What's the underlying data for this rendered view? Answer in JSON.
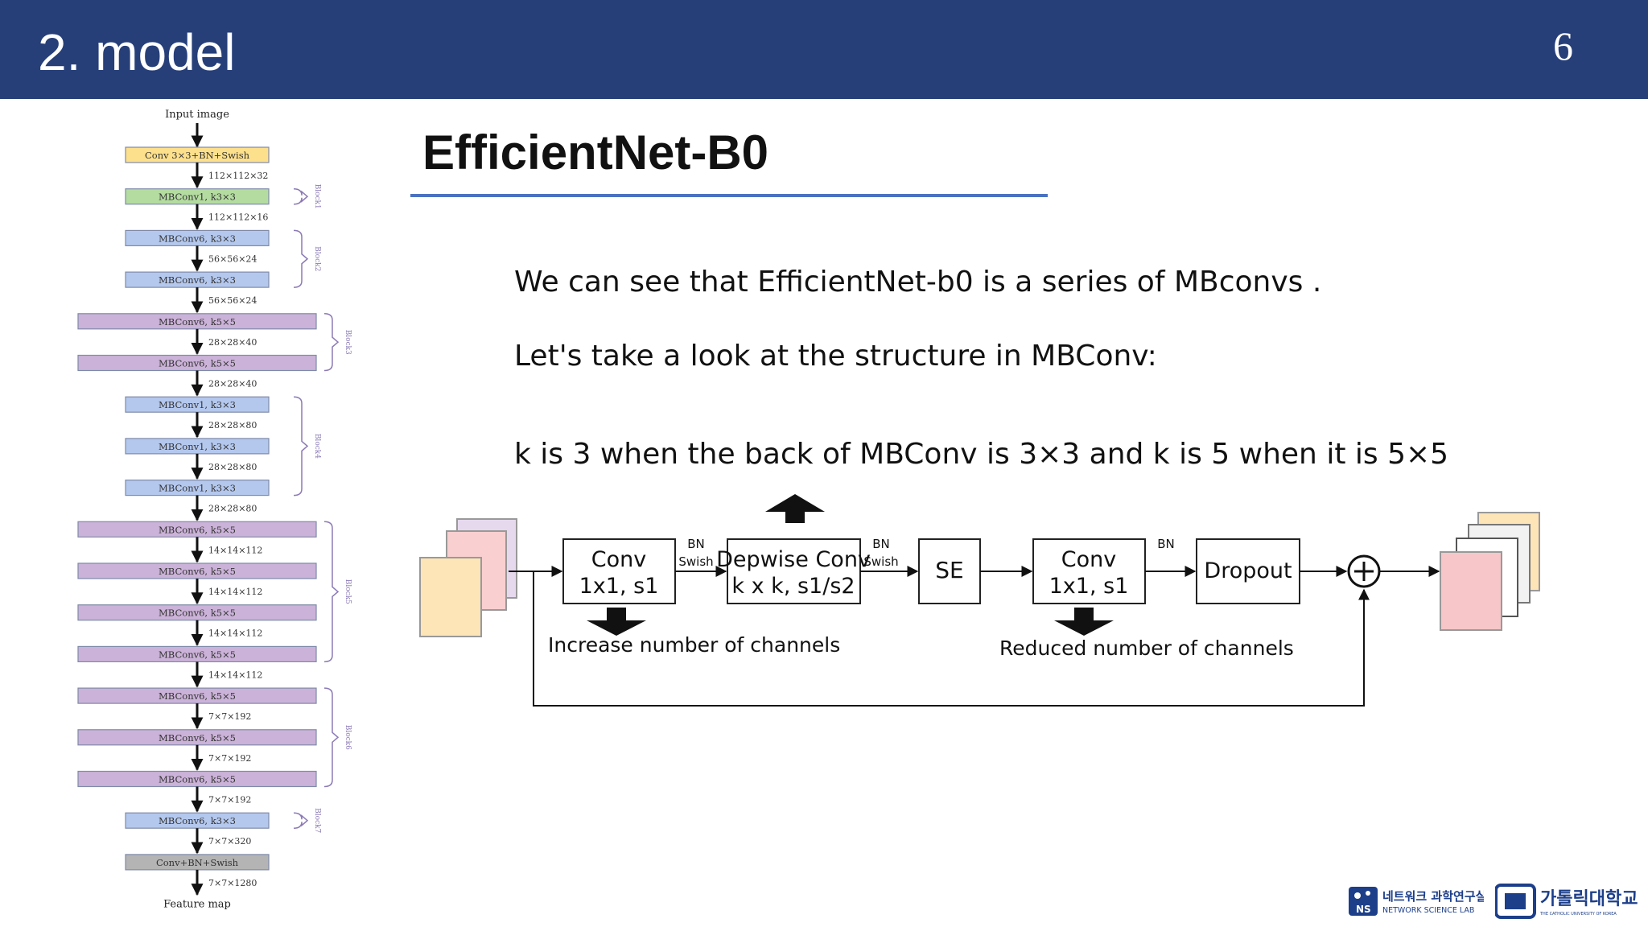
{
  "header": {
    "title": "2. model",
    "page_number": "6"
  },
  "slide": {
    "title": "EfficientNet-B0",
    "line1": "We can see that EfficientNet-b0 is a series of MBconvs .",
    "line2": "Let's take a look at the structure in MBConv:",
    "line3": "k is 3 when the back of MBConv is 3×3 and k is 5 when it is 5×5"
  },
  "architecture": {
    "input": "Input image",
    "output": "Feature map",
    "layers": [
      {
        "label": "Conv 3×3+BN+Swish",
        "color": "#fde08c",
        "wide": false,
        "size": "112×112×32"
      },
      {
        "label": "MBConv1, k3×3",
        "color": "#b4dca0",
        "wide": false,
        "size": "112×112×16"
      },
      {
        "label": "MBConv6, k3×3",
        "color": "#b4c8ee",
        "wide": false,
        "size": "56×56×24"
      },
      {
        "label": "MBConv6, k3×3",
        "color": "#b4c8ee",
        "wide": false,
        "size": "56×56×24"
      },
      {
        "label": "MBConv6, k5×5",
        "color": "#cbb2d8",
        "wide": true,
        "size": "28×28×40"
      },
      {
        "label": "MBConv6, k5×5",
        "color": "#cbb2d8",
        "wide": true,
        "size": "28×28×40"
      },
      {
        "label": "MBConv1, k3×3",
        "color": "#b4c8ee",
        "wide": false,
        "size": "28×28×80"
      },
      {
        "label": "MBConv1, k3×3",
        "color": "#b4c8ee",
        "wide": false,
        "size": "28×28×80"
      },
      {
        "label": "MBConv1, k3×3",
        "color": "#b4c8ee",
        "wide": false,
        "size": "28×28×80"
      },
      {
        "label": "MBConv6, k5×5",
        "color": "#cbb2d8",
        "wide": true,
        "size": "14×14×112"
      },
      {
        "label": "MBConv6, k5×5",
        "color": "#cbb2d8",
        "wide": true,
        "size": "14×14×112"
      },
      {
        "label": "MBConv6, k5×5",
        "color": "#cbb2d8",
        "wide": true,
        "size": "14×14×112"
      },
      {
        "label": "MBConv6, k5×5",
        "color": "#cbb2d8",
        "wide": true,
        "size": "14×14×112"
      },
      {
        "label": "MBConv6, k5×5",
        "color": "#cbb2d8",
        "wide": true,
        "size": "7×7×192"
      },
      {
        "label": "MBConv6, k5×5",
        "color": "#cbb2d8",
        "wide": true,
        "size": "7×7×192"
      },
      {
        "label": "MBConv6, k5×5",
        "color": "#cbb2d8",
        "wide": true,
        "size": "7×7×192"
      },
      {
        "label": "MBConv6, k3×3",
        "color": "#b4c8ee",
        "wide": false,
        "size": "7×7×320"
      },
      {
        "label": "Conv+BN+Swish",
        "color": "#b4b4b4",
        "wide": false,
        "size": "7×7×1280"
      }
    ],
    "blocks": [
      {
        "label": "Block1",
        "first": 1,
        "last": 1
      },
      {
        "label": "Block2",
        "first": 2,
        "last": 3
      },
      {
        "label": "Block3",
        "first": 4,
        "last": 5
      },
      {
        "label": "Block4",
        "first": 6,
        "last": 8
      },
      {
        "label": "Block5",
        "first": 9,
        "last": 12
      },
      {
        "label": "Block6",
        "first": 13,
        "last": 15
      },
      {
        "label": "Block7",
        "first": 16,
        "last": 16
      }
    ]
  },
  "mbconv": {
    "conv1": [
      "Conv",
      "1x1, s1"
    ],
    "bn_swish_1": [
      "BN",
      "Swish"
    ],
    "depthwise": [
      "Depwise Conv",
      "k x k, s1/s2"
    ],
    "bn_swish_2": [
      "BN",
      "Swish"
    ],
    "se": "SE",
    "conv2": [
      "Conv",
      "1x1, s1"
    ],
    "bn": "BN",
    "dropout": "Dropout",
    "increase_label": "Increase number of channels",
    "reduce_label": "Reduced number of channels",
    "input_map_colors": [
      "#e6d9ee",
      "#f9cfd0",
      "#fde5b7"
    ],
    "output_map_colors": [
      "#fde5b7",
      "#f2f2f2",
      "#ffffff",
      "#f6c6c8"
    ]
  },
  "logos": {
    "lab_kr": "네트워크 과학연구실",
    "lab_en": "NETWORK SCIENCE LAB",
    "lab_badge": "NS",
    "univ_kr": "가톨릭대학교",
    "univ_en": "THE CATHOLIC UNIVERSITY OF KOREA"
  }
}
